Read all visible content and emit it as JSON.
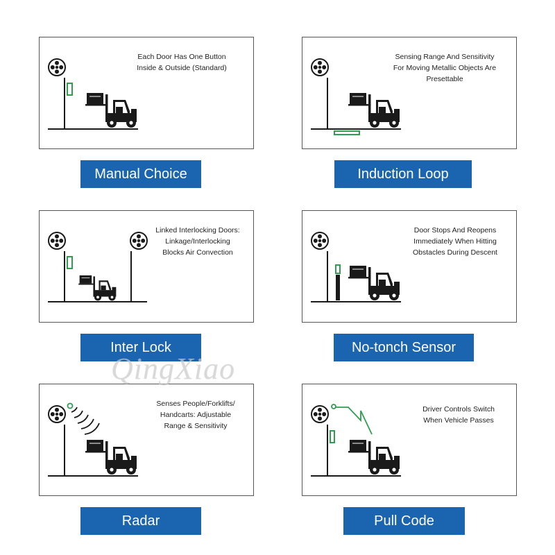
{
  "panels": [
    {
      "id": "manual-choice",
      "description": "Each Door Has One Button\nInside & Outside (Standard)",
      "label": "Manual Choice"
    },
    {
      "id": "induction-loop",
      "description": "Sensing Range And Sensitivity\nFor Moving Metallic Objects Are\nPresettable",
      "label": "Induction  Loop"
    },
    {
      "id": "inter-lock",
      "description": "Linked Interlocking Doors:\nLinkage/Interlocking\nBlocks Air Convection",
      "label": "Inter Lock"
    },
    {
      "id": "no-tonch-sensor",
      "description": "Door Stops And Reopens\nImmediately When Hitting\nObstacles During Descent",
      "label": "No-tonch Sensor"
    },
    {
      "id": "radar",
      "description": "Senses People/Forklifts/\nHandcarts: Adjustable\nRange & Sensitivity",
      "label": "Radar"
    },
    {
      "id": "pull-code",
      "description": "Driver Controls Switch\nWhen Vehicle Passes",
      "label": "Pull Code"
    }
  ],
  "watermark": "QingXiao",
  "colors": {
    "label_bg": "#1b64b0",
    "sensor_green": "#2e9e4f",
    "icon_dark": "#1a1a1a",
    "frame_border": "#555555"
  }
}
